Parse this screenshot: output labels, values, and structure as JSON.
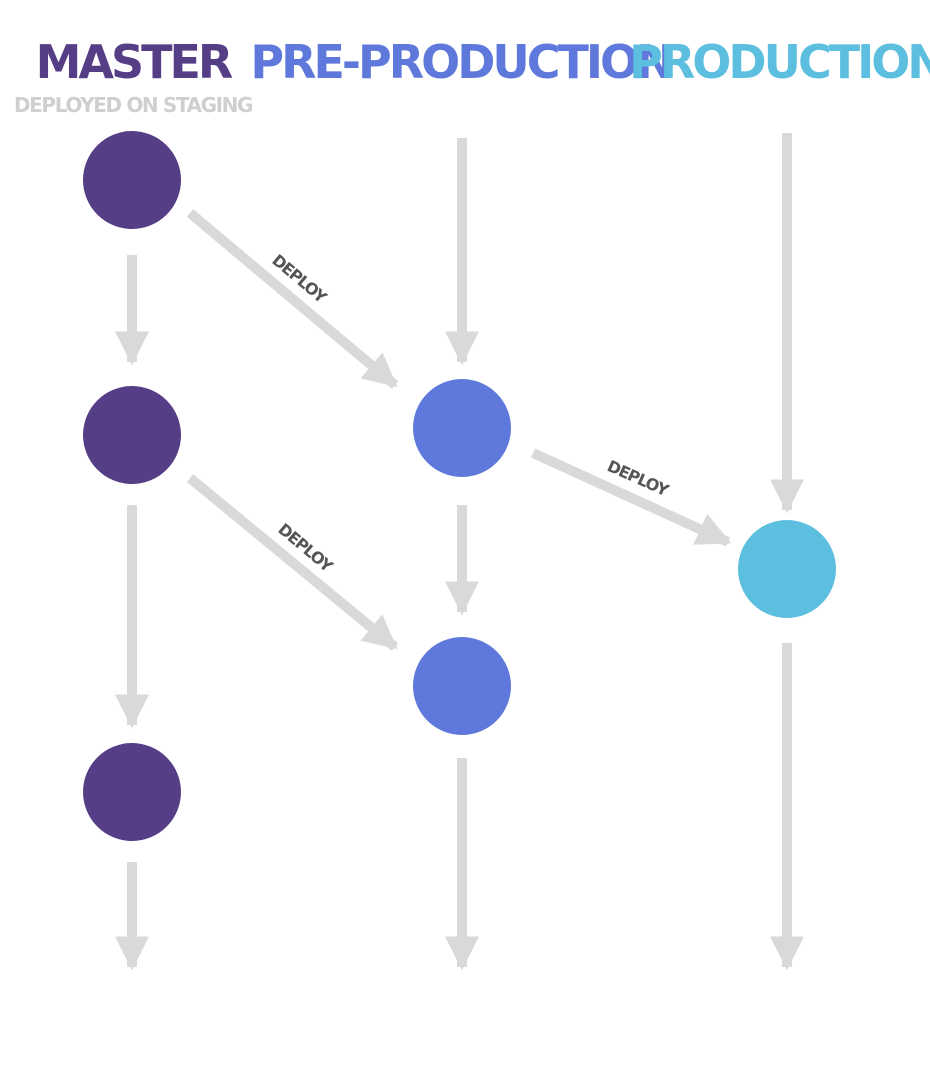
{
  "branches": {
    "master": {
      "title": "MASTER",
      "subtitle": "DEPLOYED ON STAGING",
      "color": "#553e85"
    },
    "preproduction": {
      "title": "PRE-PRODUCTION",
      "color": "#5f78db"
    },
    "production": {
      "title": "PRODUCTION",
      "color": "#5dbfdf"
    }
  },
  "deploy_label": "DEPLOY",
  "arrow_color": "#d9d9d9",
  "label_color": "#555555",
  "subtitle_color": "#cfcfcf"
}
